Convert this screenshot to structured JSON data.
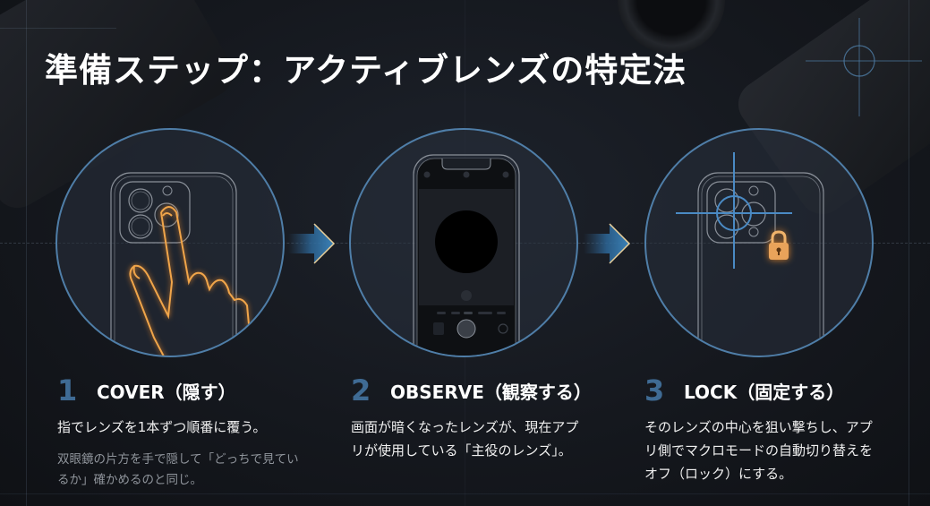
{
  "title": "準備ステップ：アクティブレンズの特定法",
  "colors": {
    "background": "#15181e",
    "accent_blue": "#4f7ea8",
    "step_number": "#3f6b94",
    "glow_orange": "#f0a54a",
    "text_primary": "#ffffff",
    "text_secondary": "#8f949b"
  },
  "steps": [
    {
      "number": "1",
      "title": "COVER（隠す）",
      "description": "指でレンズを1本ずつ順番に覆う。",
      "note": "双眼鏡の片方を手で隠して「どっちで見ているか」確かめるのと同じ。",
      "illustration": "hand-covering-lens"
    },
    {
      "number": "2",
      "title": "OBSERVE（観察する）",
      "description": "画面が暗くなったレンズが、現在アプリが使用している「主役のレンズ」。",
      "note": "",
      "illustration": "phone-camera-screen-dark"
    },
    {
      "number": "3",
      "title": "LOCK（固定する）",
      "description": "そのレンズの中心を狙い撃ちし、アプリ側でマクロモードの自動切り替えをオフ（ロック）にする。",
      "note": "",
      "illustration": "crosshair-lock"
    }
  ],
  "icons": {
    "arrow": "arrow-right-icon",
    "hand": "hand-icon",
    "lock": "lock-icon",
    "crosshair": "crosshair-icon"
  }
}
